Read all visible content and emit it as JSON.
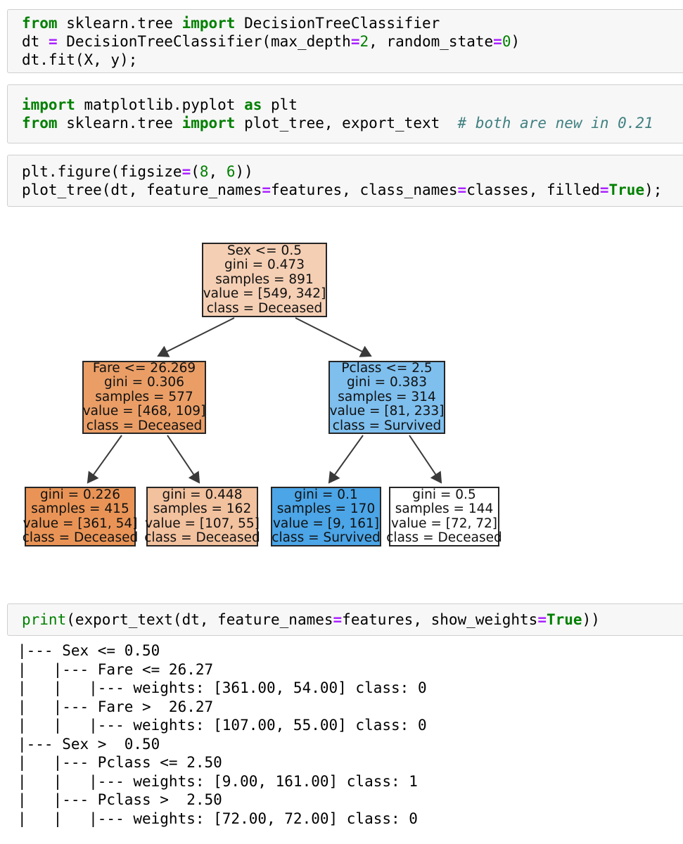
{
  "syntax_colors": {
    "keyword": "#008000",
    "operator": "#AA22FF",
    "number": "#008000",
    "builtin": "#008000",
    "comment": "#408080",
    "plain": "#000000",
    "cell_background": "#f7f7f7",
    "cell_border": "#cfcfcf"
  },
  "cells": [
    {
      "name": "fit-decision-tree",
      "lines": [
        [
          [
            "kw",
            "from"
          ],
          [
            "pl",
            " sklearn.tree "
          ],
          [
            "kw",
            "import"
          ],
          [
            "pl",
            " DecisionTreeClassifier"
          ]
        ],
        [
          [
            "pl",
            "dt "
          ],
          [
            "op",
            "="
          ],
          [
            "pl",
            " DecisionTreeClassifier(max_depth"
          ],
          [
            "op",
            "="
          ],
          [
            "num",
            "2"
          ],
          [
            "pl",
            ", random_state"
          ],
          [
            "op",
            "="
          ],
          [
            "num",
            "0"
          ],
          [
            "pl",
            ")"
          ]
        ],
        [
          [
            "pl",
            "dt.fit(X, y);"
          ]
        ]
      ]
    },
    {
      "name": "imports-plotting",
      "lines": [
        [
          [
            "kw",
            "import"
          ],
          [
            "pl",
            " matplotlib.pyplot "
          ],
          [
            "kw",
            "as"
          ],
          [
            "pl",
            " plt"
          ]
        ],
        [
          [
            "kw",
            "from"
          ],
          [
            "pl",
            " sklearn.tree "
          ],
          [
            "kw",
            "import"
          ],
          [
            "pl",
            " plot_tree, export_text  "
          ],
          [
            "cm",
            "# both are new in 0.21"
          ]
        ]
      ]
    },
    {
      "name": "plot-tree-call",
      "lines": [
        [
          [
            "pl",
            "plt.figure(figsize"
          ],
          [
            "op",
            "="
          ],
          [
            "pl",
            "("
          ],
          [
            "num",
            "8"
          ],
          [
            "pl",
            ", "
          ],
          [
            "num",
            "6"
          ],
          [
            "pl",
            "))"
          ]
        ],
        [
          [
            "pl",
            "plot_tree(dt, feature_names"
          ],
          [
            "op",
            "="
          ],
          [
            "pl",
            "features, class_names"
          ],
          [
            "op",
            "="
          ],
          [
            "pl",
            "classes, filled"
          ],
          [
            "op",
            "="
          ],
          [
            "kw",
            "True"
          ],
          [
            "pl",
            ");"
          ]
        ]
      ]
    },
    {
      "name": "export-text-call",
      "lines": [
        [
          [
            "bi",
            "print"
          ],
          [
            "pl",
            "(export_text(dt, feature_names"
          ],
          [
            "op",
            "="
          ],
          [
            "pl",
            "features, show_weights"
          ],
          [
            "op",
            "="
          ],
          [
            "kw",
            "True"
          ],
          [
            "pl",
            "))"
          ]
        ]
      ]
    }
  ],
  "tree": {
    "type": "decision-tree-figure",
    "node_border_color": "#262626",
    "arrow_color": "#3a3a3a",
    "class_base_colors": {
      "deceased": "#e58139",
      "survived": "#399de5"
    },
    "nodes": [
      {
        "id": "root",
        "fill": "#f5cfb4",
        "lines": [
          "Sex <= 0.5",
          "gini = 0.473",
          "samples = 891",
          "value = [549, 342]",
          "class = Deceased"
        ]
      },
      {
        "id": "fare-split",
        "fill": "#ea9e66",
        "lines": [
          "Fare <= 26.269",
          "gini = 0.306",
          "samples = 577",
          "value = [468, 109]",
          "class = Deceased"
        ]
      },
      {
        "id": "pclass-split",
        "fill": "#7ebfee",
        "lines": [
          "Pclass <= 2.5",
          "gini = 0.383",
          "samples = 314",
          "value = [81, 233]",
          "class = Survived"
        ]
      },
      {
        "id": "leaf-fare-low",
        "fill": "#e99456",
        "lines": [
          "gini = 0.226",
          "samples = 415",
          "value = [361, 54]",
          "class = Deceased"
        ]
      },
      {
        "id": "leaf-fare-high",
        "fill": "#f2c19e",
        "lines": [
          "gini = 0.448",
          "samples = 162",
          "value = [107, 55]",
          "class = Deceased"
        ]
      },
      {
        "id": "leaf-pclass-low",
        "fill": "#4ba5e7",
        "lines": [
          "gini = 0.1",
          "samples = 170",
          "value = [9, 161]",
          "class = Survived"
        ]
      },
      {
        "id": "leaf-pclass-high",
        "fill": "#ffffff",
        "lines": [
          "gini = 0.5",
          "samples = 144",
          "value = [72, 72]",
          "class = Deceased"
        ]
      }
    ]
  },
  "output": {
    "lines": [
      "|--- Sex <= 0.50",
      "|   |--- Fare <= 26.27",
      "|   |   |--- weights: [361.00, 54.00] class: 0",
      "|   |--- Fare >  26.27",
      "|   |   |--- weights: [107.00, 55.00] class: 0",
      "|--- Sex >  0.50",
      "|   |--- Pclass <= 2.50",
      "|   |   |--- weights: [9.00, 161.00] class: 1",
      "|   |--- Pclass >  2.50",
      "|   |   |--- weights: [72.00, 72.00] class: 0"
    ]
  }
}
